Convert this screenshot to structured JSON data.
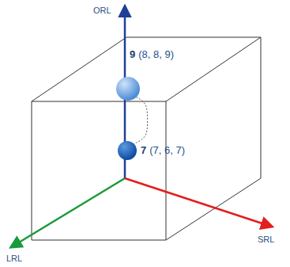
{
  "diagram": {
    "nodes": [
      {
        "text": [
          "9",
          "(8, 8, 9)"
        ]
      },
      {
        "text": [
          "7",
          "(7, 6, 7)"
        ]
      }
    ],
    "edges": [
      {
        "from": 0,
        "to": 1,
        "arrow": "none"
      }
    ],
    "labels": [
      "ORL",
      "SRL",
      "LRL"
    ]
  }
}
